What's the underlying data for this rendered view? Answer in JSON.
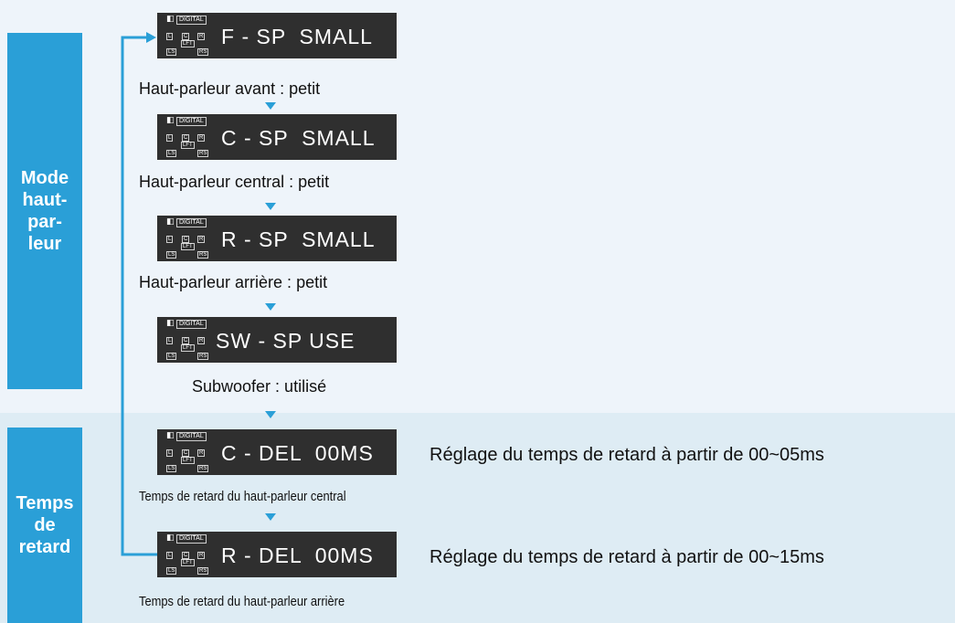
{
  "sections": {
    "speaker_mode": [
      "Mode",
      "haut-",
      "par-",
      "leur"
    ],
    "delay_time": [
      "Temps",
      "de",
      "retard"
    ]
  },
  "icons": {
    "dd": "dolby-digital-logo",
    "digital": "DIGITAL",
    "ch_l": "L",
    "ch_c": "C",
    "ch_r": "R",
    "ch_lft": "LFT",
    "ch_ls": "LS",
    "ch_rs": "RS"
  },
  "steps": [
    {
      "display": "F - SP  SMALL",
      "caption": "Haut-parleur avant : petit"
    },
    {
      "display": "C - SP  SMALL",
      "caption": "Haut-parleur central : petit"
    },
    {
      "display": "R - SP  SMALL",
      "caption": "Haut-parleur arrière : petit"
    },
    {
      "display": "SW - SP USE",
      "caption": "Subwoofer : utilisé"
    },
    {
      "display": "C - DEL  00MS",
      "caption": "Temps de retard du haut-parleur central",
      "note": "Réglage du temps de retard à partir de 00~05ms"
    },
    {
      "display": "R - DEL  00MS",
      "caption": "Temps de retard du haut-parleur arrière",
      "note": "Réglage du temps de retard à partir de 00~15ms"
    }
  ],
  "colors": {
    "accent": "#2a9fd7",
    "lcd_bg": "#2f2f2f",
    "band_top": "#eef4fa",
    "band_bottom": "#deecf4"
  }
}
